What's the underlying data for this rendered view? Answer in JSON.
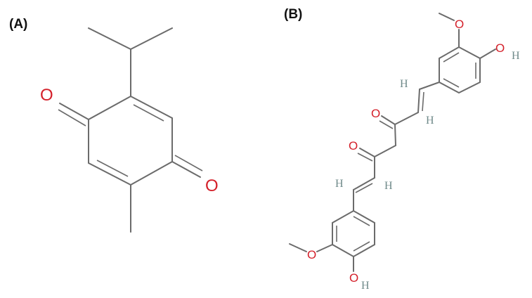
{
  "panels": {
    "a": {
      "label": "(A)",
      "atoms": {
        "o1": "O",
        "o2": "O"
      }
    },
    "b": {
      "label": "(B)",
      "atoms": {
        "o_methoxy_top": "O",
        "o_hydroxy_top": "O",
        "h_hydroxy_top": "H",
        "h_vinyl1": "H",
        "h_vinyl2": "H",
        "o_keto1": "O",
        "o_keto2": "O",
        "h_vinyl3": "H",
        "h_vinyl4": "H",
        "o_methoxy_bottom": "O",
        "o_hydroxy_bottom": "O",
        "h_hydroxy_bottom": "H"
      }
    }
  },
  "colors": {
    "bond": "#6b6b6b",
    "oxygen": "#d4202a",
    "hydrogen": "#6f8a8a"
  }
}
